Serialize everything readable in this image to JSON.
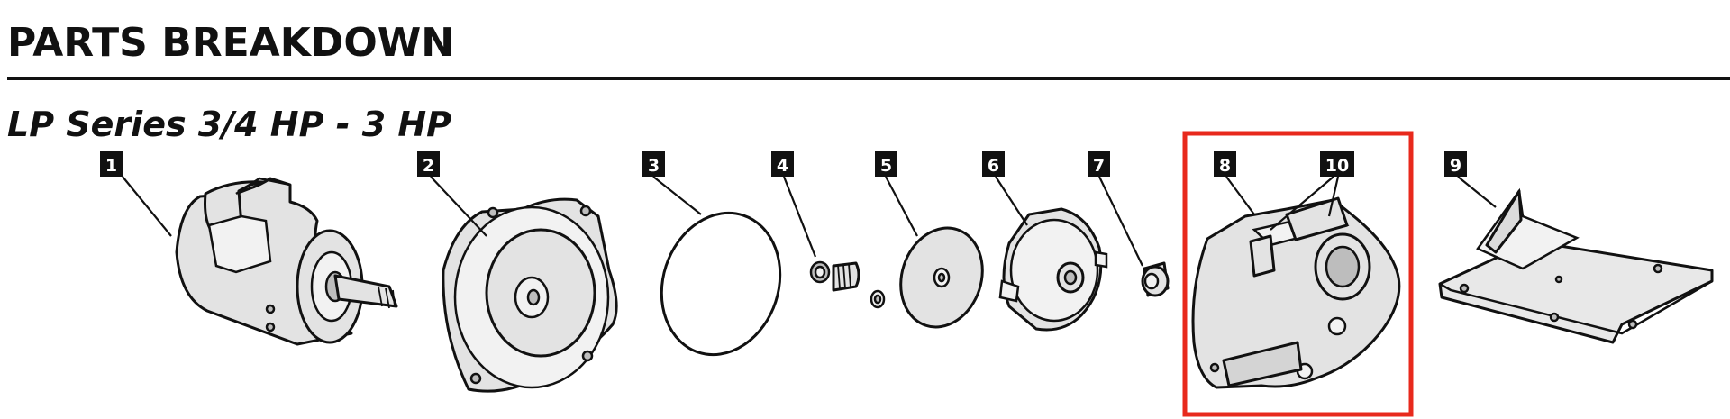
{
  "header": {
    "title": "PARTS BREAKDOWN",
    "subtitle": "LP Series 3/4 HP - 3 HP"
  },
  "callouts": [
    {
      "id": "callout-1",
      "label": "1",
      "part": "motor"
    },
    {
      "id": "callout-2",
      "label": "2",
      "part": "seal-plate"
    },
    {
      "id": "callout-3",
      "label": "3",
      "part": "o-ring"
    },
    {
      "id": "callout-4",
      "label": "4",
      "part": "mechanical-seal"
    },
    {
      "id": "callout-5",
      "label": "5",
      "part": "impeller"
    },
    {
      "id": "callout-6",
      "label": "6",
      "part": "diffuser"
    },
    {
      "id": "callout-7",
      "label": "7",
      "part": "bushing"
    },
    {
      "id": "callout-8",
      "label": "8",
      "part": "pump-casing"
    },
    {
      "id": "callout-10",
      "label": "10",
      "part": "plugs"
    },
    {
      "id": "callout-9",
      "label": "9",
      "part": "base"
    }
  ],
  "highlight": {
    "color": "#e8291c",
    "parts": [
      "8",
      "10"
    ]
  },
  "colors": {
    "ink": "#111111",
    "part_fill": "#e3e3e3",
    "highlight": "#e8291c"
  }
}
